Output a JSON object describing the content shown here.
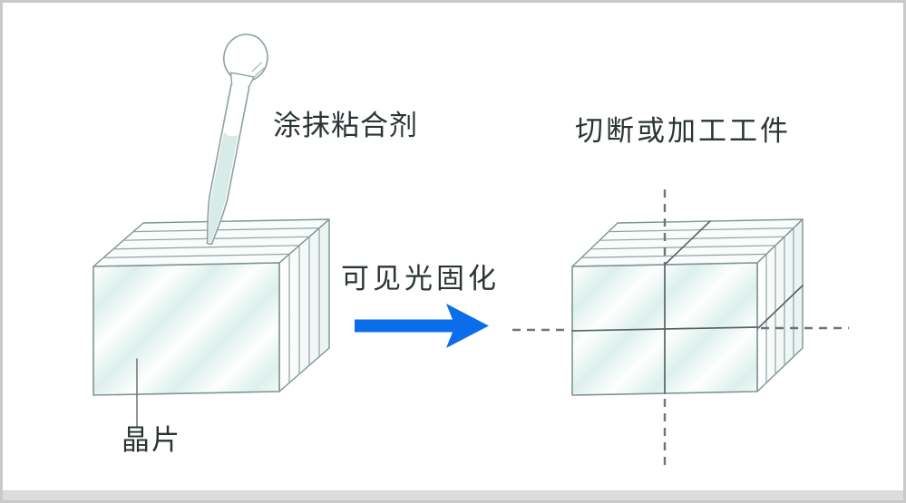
{
  "page": {
    "background": "#ffffff",
    "border_color": "#c9c9c9",
    "footer_bar_color": "#dcdcdc"
  },
  "diagram": {
    "left_step": {
      "caption": "涂抹粘合剂",
      "part_label": "晶片"
    },
    "transition": {
      "caption": "可见光固化"
    },
    "right_step": {
      "caption": "切断或加工工件"
    },
    "colors": {
      "arrow_blue": "#0b6de9",
      "glass_tint": "#ddf0ec",
      "outline_gray": "#7e9494",
      "cut_line_gray": "#546464",
      "dash_gray": "#6b7575",
      "text_dark": "#2b3434"
    }
  }
}
